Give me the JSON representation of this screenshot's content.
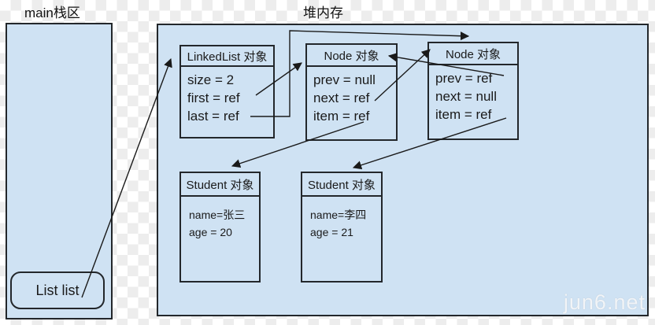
{
  "page": {
    "stack_region_label": "main栈区",
    "heap_region_label": "堆内存",
    "watermark": "jun6.net"
  },
  "stack": {
    "variable_label": "List list"
  },
  "heap": {
    "linkedlist": {
      "title": "LinkedList 对象",
      "fields": [
        "size = 2",
        "first = ref",
        "last = ref"
      ]
    },
    "node1": {
      "title": "Node 对象",
      "fields": [
        "prev = null",
        "next = ref",
        "item = ref"
      ]
    },
    "node2": {
      "title": "Node 对象",
      "fields": [
        "prev = ref",
        "next = null",
        "item = ref"
      ]
    },
    "student1": {
      "title": "Student 对象",
      "fields": [
        "name=张三",
        "age = 20"
      ]
    },
    "student2": {
      "title": "Student 对象",
      "fields": [
        "name=李四",
        "age = 21"
      ]
    }
  },
  "colors": {
    "box_fill": "#cfe2f3",
    "box_border": "#23272b",
    "arrow": "#1a1a1a",
    "checker_gray": "#ededed"
  }
}
